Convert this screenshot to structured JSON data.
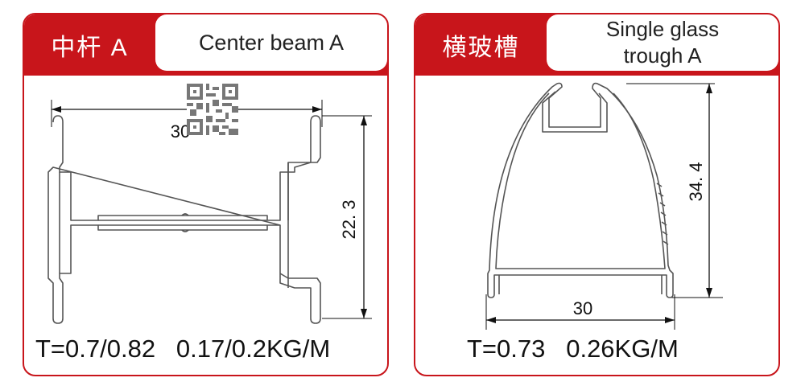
{
  "left_card": {
    "code": "中杆 A",
    "name": "Center  beam A",
    "width_dim": "30",
    "height_dim": "22. 3",
    "spec": "T=0.7/0.82   0.17/0.2KG/M"
  },
  "right_card": {
    "code": "横玻槽",
    "name_line1": "Single glass",
    "name_line2": "trough A",
    "width_dim": "30",
    "height_dim": "34. 4",
    "spec": "T=0.73   0.26KG/M"
  },
  "colors": {
    "accent": "#c8151b",
    "profile_stroke": "#555555"
  },
  "icons": [
    "qr-code-icon"
  ]
}
